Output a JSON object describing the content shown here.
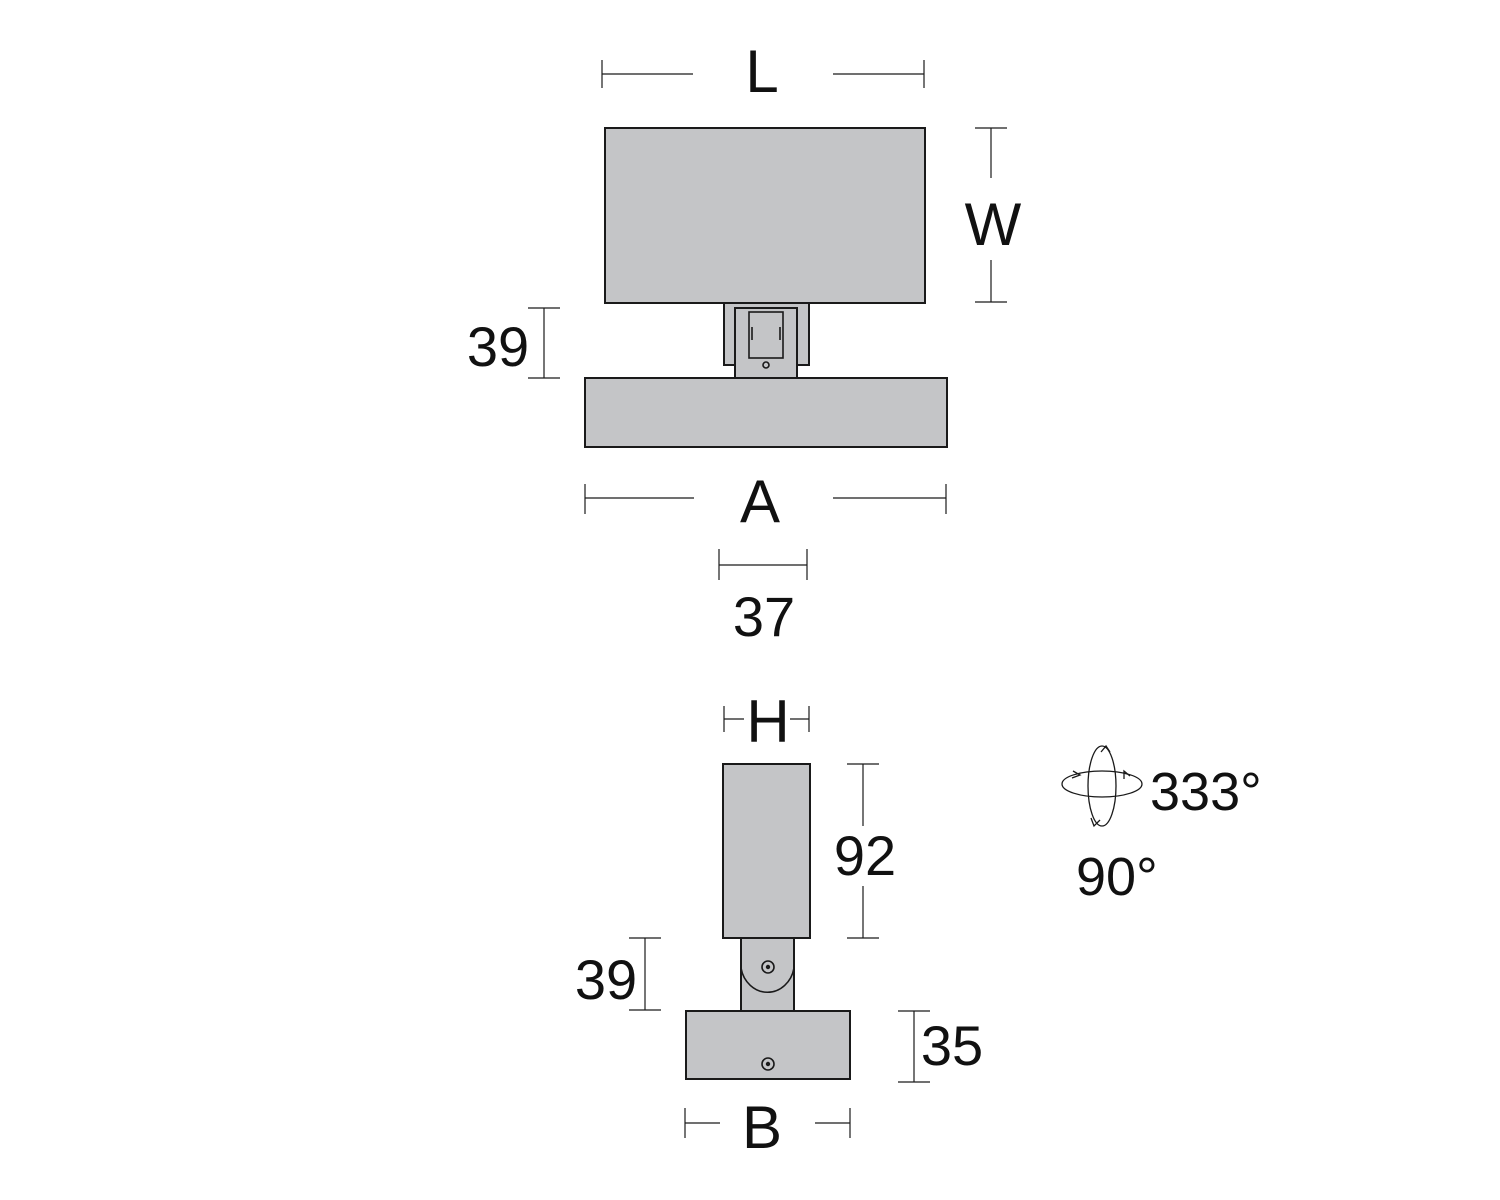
{
  "top_view": {
    "length_label": "L",
    "width_label": "W",
    "arm_height_label": "39",
    "base_length_label": "A",
    "arm_width_label": "37"
  },
  "side_view": {
    "head_depth_label": "H",
    "head_height_label": "92",
    "arm_height_label": "39",
    "base_height_label": "35",
    "base_depth_label": "B"
  },
  "rotation": {
    "horizontal_angle": "333°",
    "vertical_angle": "90°",
    "icon": "rotation-arrows-icon"
  },
  "colors": {
    "body_fill": "#c4c5c7",
    "line": "#1a1a1a"
  }
}
